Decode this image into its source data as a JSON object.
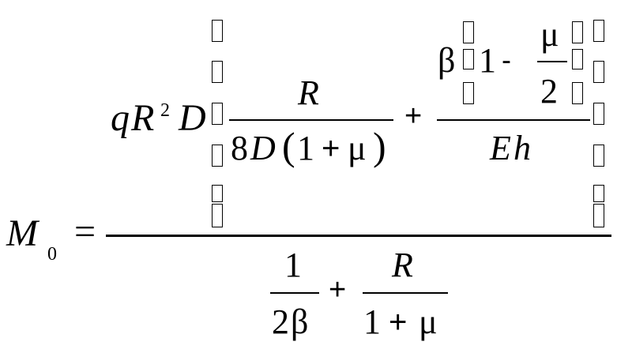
{
  "formula": {
    "lhs": {
      "symbol": "M",
      "subscript": "0",
      "equals": "="
    },
    "numerator": {
      "prefix": {
        "q": "q",
        "R": "R",
        "sup": "2",
        "D": "D"
      },
      "frac1": {
        "num": "R",
        "den_8": "8",
        "den_D": "D",
        "den_open": "(",
        "den_one": "1",
        "den_plus": "+",
        "den_mu": "μ",
        "den_close": ")"
      },
      "plus": "+",
      "frac2": {
        "num_beta": "β",
        "num_one": "1",
        "num_minus": "-",
        "num_mu": "μ",
        "num_two": "2",
        "den_E": "E",
        "den_h": "h"
      }
    },
    "denominator": {
      "frac3": {
        "num": "1",
        "den_two": "2",
        "den_beta": "β"
      },
      "plus": "+",
      "frac4": {
        "num": "R",
        "den_one": "1",
        "den_plus": "+",
        "den_mu": "μ"
      }
    }
  }
}
